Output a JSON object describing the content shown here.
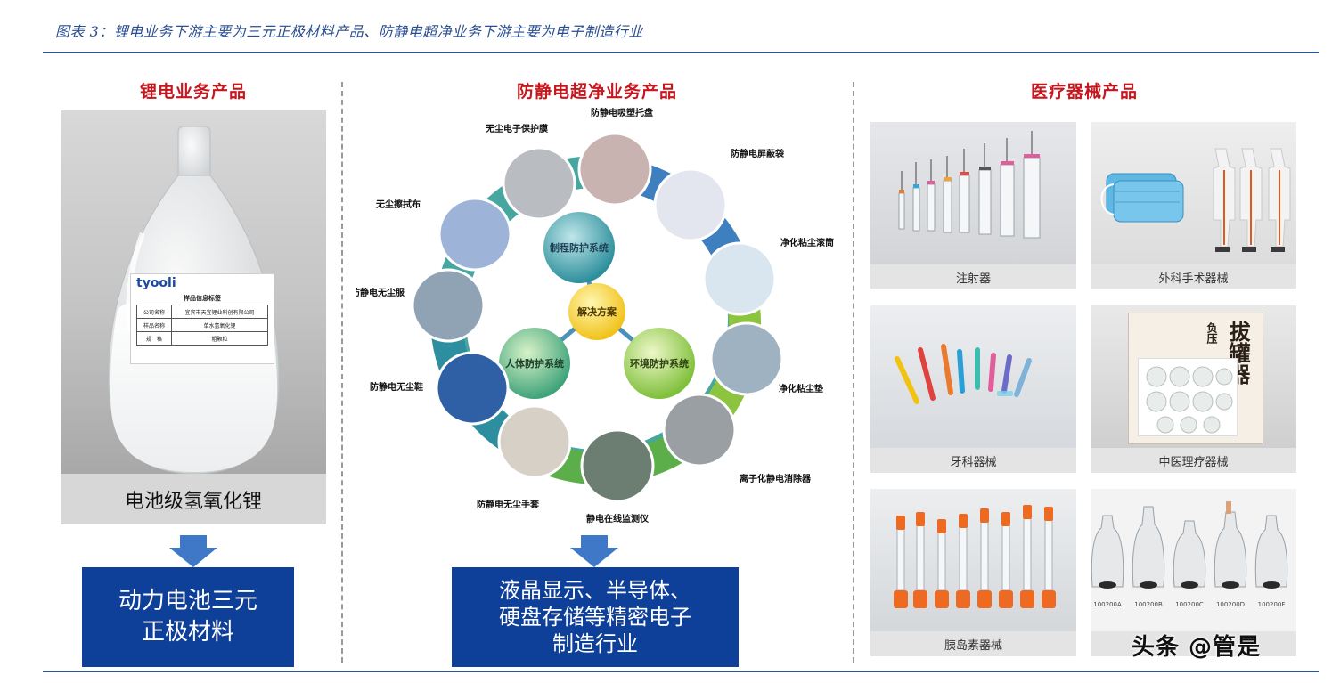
{
  "caption": "图表 3：锂电业务下游主要为三元正极材料产品、防静电超净业务下游主要为电子制造行业",
  "left": {
    "title": "锂电业务产品",
    "brand": "tyooli",
    "label_card": {
      "heading": "样品信息标签",
      "rows": [
        [
          "公司名称",
          "宜宾市天宜锂业科创有限公司"
        ],
        [
          "样品名称",
          "单水氢氧化锂"
        ],
        [
          "规　格",
          "粗颗粒"
        ]
      ]
    },
    "product_name": "电池级氢氧化锂",
    "downstream": [
      "动力电池三元",
      "正极材料"
    ]
  },
  "middle": {
    "title": "防静电超净业务产品",
    "hub": {
      "center": "解决方案",
      "top": "制程防护系统",
      "left": "人体防护系统",
      "right": "环境防护系统"
    },
    "items": [
      "防静电吸塑托盘",
      "防静电屏蔽袋",
      "净化粘尘滚筒",
      "净化粘尘垫",
      "离子化静电消除器",
      "静电在线监测仪",
      "防静电无尘手套",
      "防静电无尘鞋",
      "防静电无尘服",
      "无尘擦拭布",
      "无尘电子保护膜"
    ],
    "downstream": [
      "液晶显示、半导体、",
      "硬盘存储等精密电子",
      "制造行业"
    ]
  },
  "right": {
    "title": "医疗器械产品",
    "tiles": [
      {
        "caption": "注射器"
      },
      {
        "caption": "外科手术器械"
      },
      {
        "caption": "牙科器械"
      },
      {
        "caption": "中医理疗器械",
        "box_text": "拔罐器",
        "box_side": "负压"
      },
      {
        "caption": "胰岛素器械"
      },
      {
        "caption": "",
        "models": [
          "100200A",
          "100200B",
          "100200C",
          "100200D",
          "100200F"
        ]
      }
    ]
  },
  "watermark": "头条 @管是",
  "colors": {
    "accent_red": "#c6171e",
    "caption_blue": "#2a4d8f",
    "box_blue": "#0e3f99",
    "arrow_blue": "#3e78c6"
  }
}
